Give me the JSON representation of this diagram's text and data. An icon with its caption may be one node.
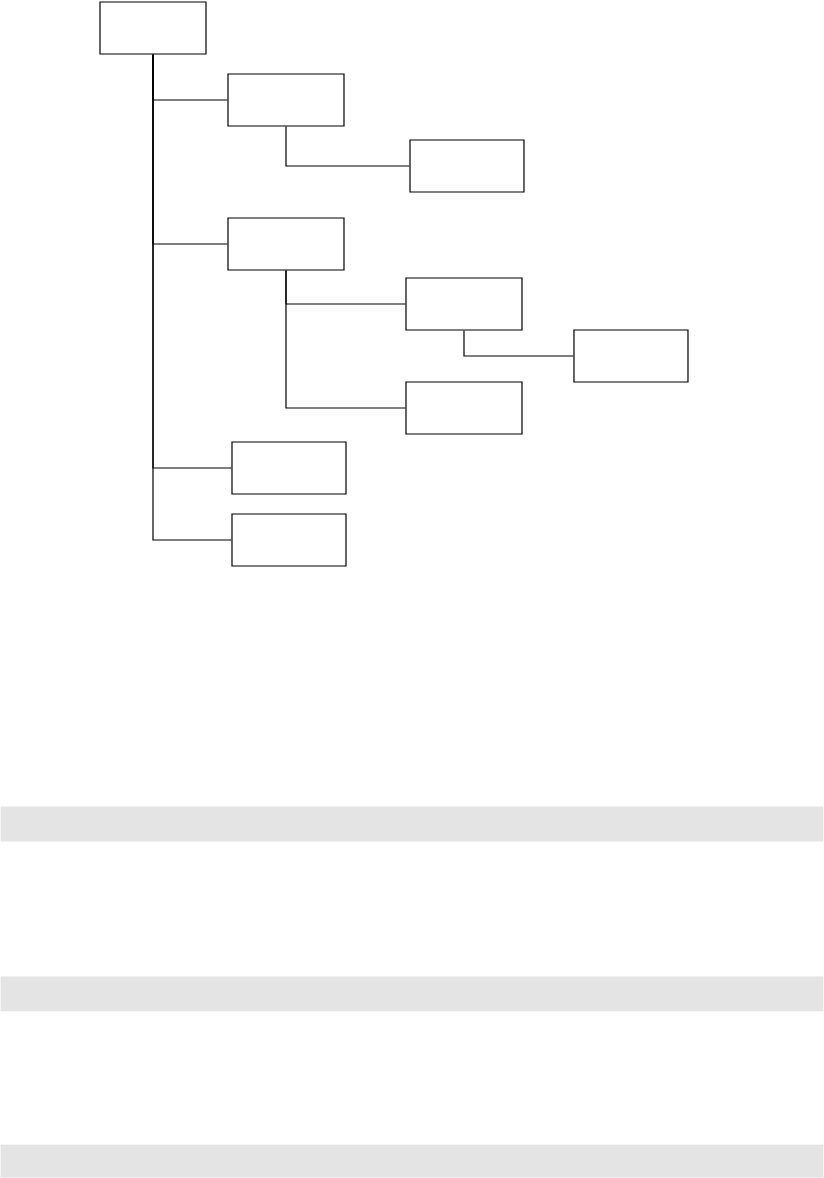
{
  "diagram": {
    "nodes": [
      {
        "text": [],
        "shape": "box"
      },
      {
        "text": [],
        "shape": "box"
      },
      {
        "text": [],
        "shape": "box"
      },
      {
        "text": [],
        "shape": "box"
      },
      {
        "text": [],
        "shape": "box"
      },
      {
        "text": [],
        "shape": "box"
      },
      {
        "text": [],
        "shape": "box"
      },
      {
        "text": [],
        "shape": "box"
      },
      {
        "text": [],
        "shape": "box"
      },
      {
        "text": [],
        "shape": "bar"
      },
      {
        "text": [],
        "shape": "bar"
      },
      {
        "text": [],
        "shape": "bar"
      }
    ],
    "edges": [
      {
        "from": 0,
        "to": 1,
        "arrow": "none"
      },
      {
        "from": 1,
        "to": 2,
        "arrow": "none"
      },
      {
        "from": 0,
        "to": 3,
        "arrow": "none"
      },
      {
        "from": 3,
        "to": 4,
        "arrow": "none"
      },
      {
        "from": 4,
        "to": 5,
        "arrow": "none"
      },
      {
        "from": 3,
        "to": 6,
        "arrow": "none"
      },
      {
        "from": 0,
        "to": 7,
        "arrow": "none"
      },
      {
        "from": 0,
        "to": 8,
        "arrow": "none"
      }
    ]
  }
}
